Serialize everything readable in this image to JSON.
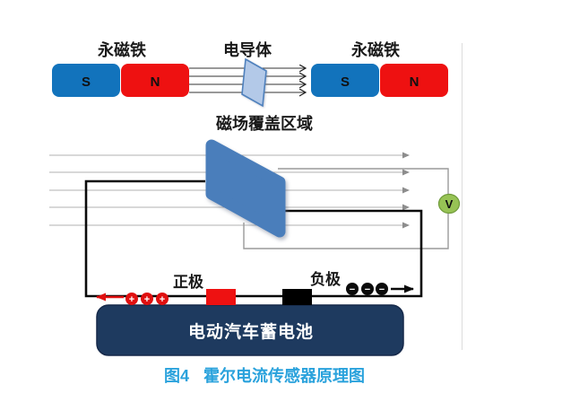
{
  "diagram": {
    "caption": {
      "prefix": "图4",
      "title": "霍尔电流传感器原理图"
    },
    "top": {
      "left_magnet_label": "永磁铁",
      "conductor_label": "电导体",
      "right_magnet_label": "永磁铁",
      "field_region_label": "磁场覆盖区域",
      "pole_s": "S",
      "pole_n": "N"
    },
    "middle": {
      "voltmeter_label": "V"
    },
    "bottom": {
      "positive_label": "正极",
      "negative_label": "负极",
      "battery_label": "电动汽车蓄电池",
      "plus_symbol": "+",
      "minus_symbol": "−"
    },
    "colors": {
      "magnet_s_blue": "#1273bc",
      "magnet_n_red": "#ee1111",
      "conductor_small_fill": "#b3c9e8",
      "conductor_small_stroke": "#4f81bd",
      "conductor_big_fill": "#4a7ebb",
      "battery_navy": "#1e3a5f",
      "voltmeter_green": "#97c355",
      "voltmeter_border": "#6f9a3a",
      "wire_black": "#0a0a0a",
      "sense_loop_gray": "#9a9a9a",
      "field_line_gray": "#b2b2b2",
      "caption_blue": "#2aa2dc",
      "current_arrow_red": "#e01010"
    }
  }
}
